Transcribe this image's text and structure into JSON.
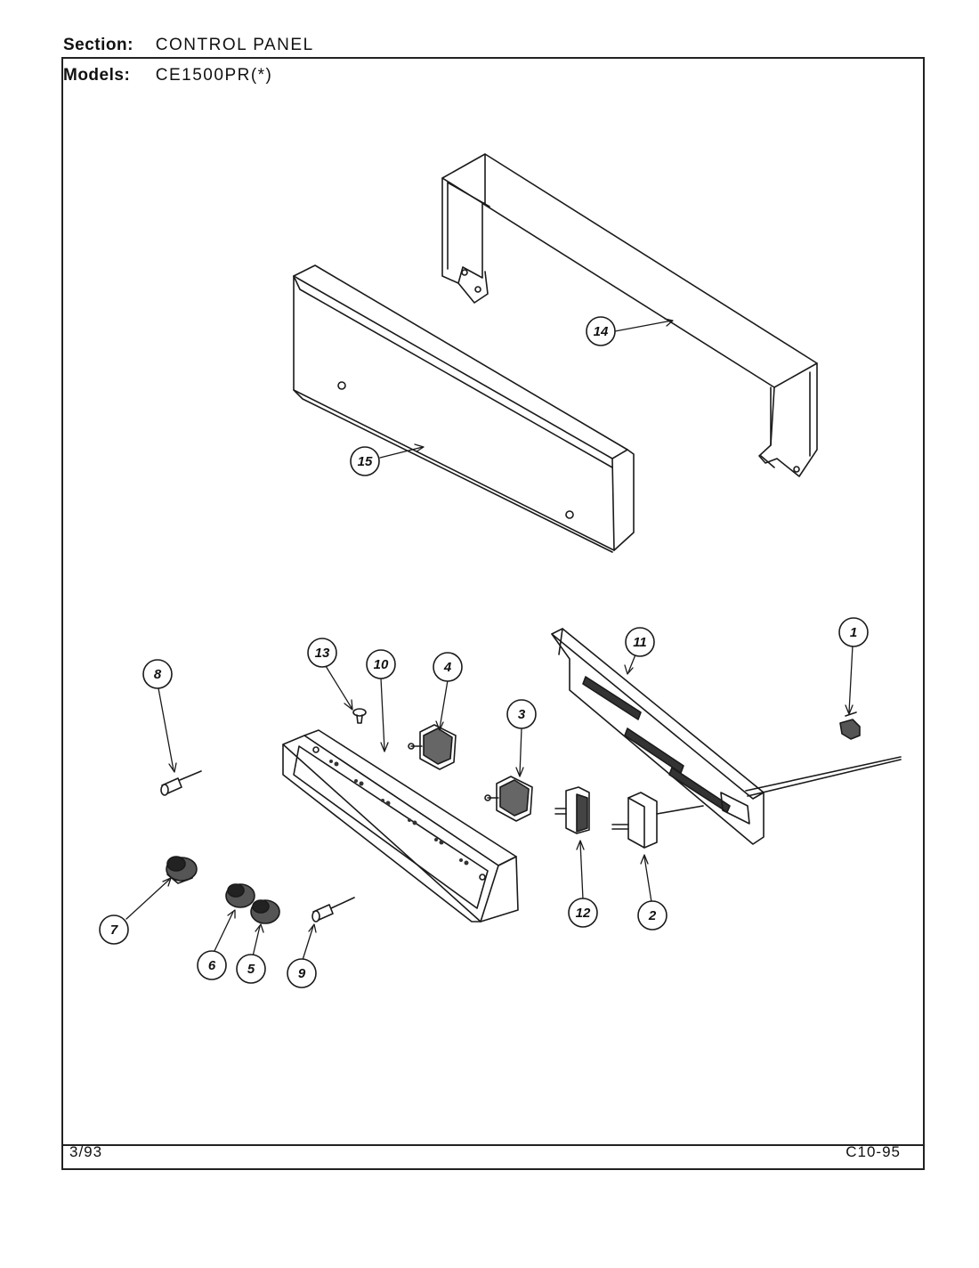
{
  "header": {
    "section_label": "Section:",
    "section_value": "CONTROL PANEL",
    "models_label": "Models:",
    "models_value": "CE1500PR(*)"
  },
  "footer": {
    "date": "3/93",
    "code": "C10-95"
  },
  "callouts": {
    "c1": "1",
    "c2": "2",
    "c3": "3",
    "c4": "4",
    "c5": "5",
    "c6": "6",
    "c7": "7",
    "c8": "8",
    "c9": "9",
    "c10": "10",
    "c11": "11",
    "c12": "12",
    "c13": "13",
    "c14": "14",
    "c15": "15"
  }
}
